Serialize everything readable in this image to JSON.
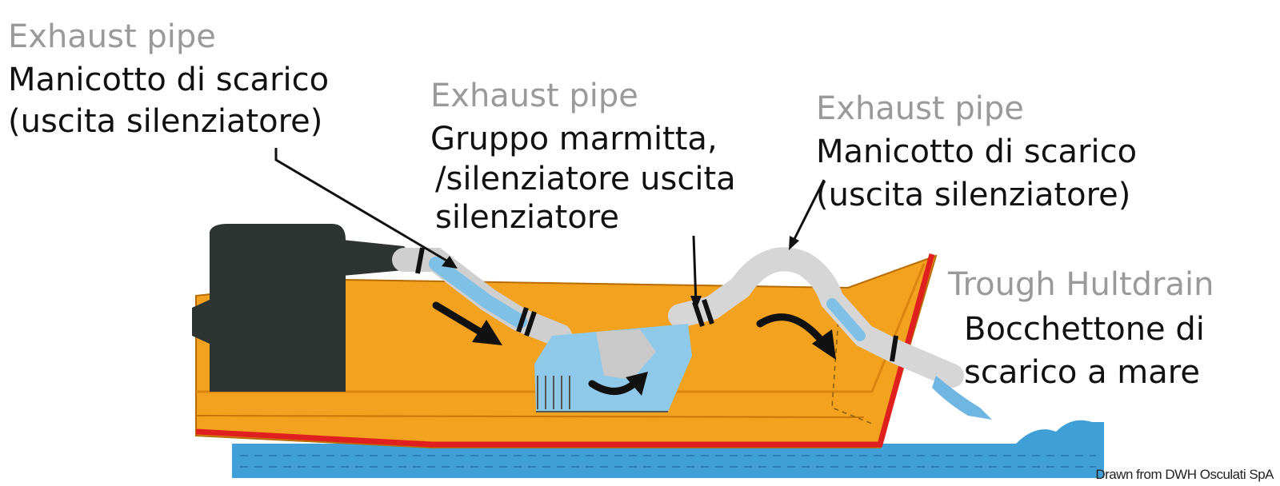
{
  "labels": {
    "left": {
      "en": "Exhaust pipe",
      "it_line1": "Manicotto di scarico",
      "it_line2": "(uscita silenziatore)"
    },
    "middle": {
      "en": "Exhaust pipe",
      "it_line1": "Gruppo marmitta,",
      "it_line2": "/silenziatore uscita",
      "it_line3": "silenziatore"
    },
    "right": {
      "en": "Exhaust pipe",
      "it_line1": "Manicotto di scarico",
      "it_line2": "(uscita silenziatore)"
    },
    "outlet": {
      "en": "Trough Hultdrain",
      "it_line1": "Bocchettone di",
      "it_line2": "scarico a mare"
    }
  },
  "credit": "Drawn from DWH Osculati SpA",
  "colors": {
    "hull": "#f2a21e",
    "hull_dark": "#d98510",
    "hull_stripe": "#e0201e",
    "engine": "#2e3432",
    "water": "#3f9fd6",
    "pipe": "#dcdcdc",
    "arrow": "#111111"
  }
}
